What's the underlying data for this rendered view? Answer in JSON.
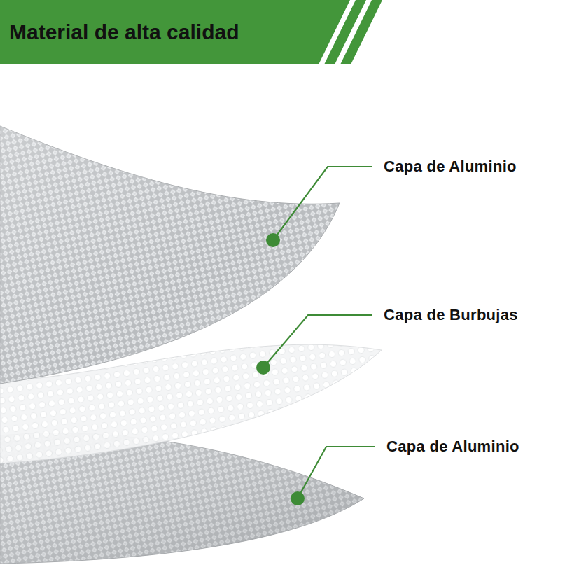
{
  "diagram": {
    "title": "Material de alta calidad",
    "labels": [
      "Capa de Aluminio",
      "Capa de Burbujas",
      "Capa de Aluminio"
    ]
  }
}
